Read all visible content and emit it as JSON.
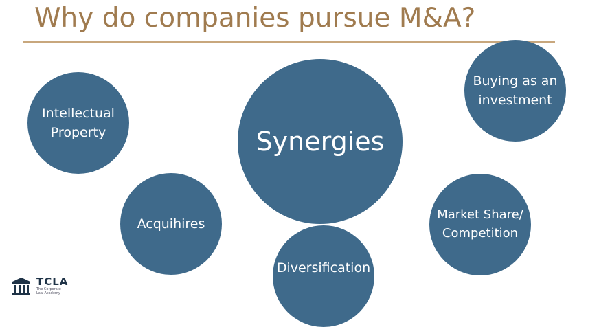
{
  "slide": {
    "title": "Why do companies pursue M&A?",
    "bubbles": {
      "synergies": "Synergies",
      "intellectual_property": "Intellectual\nProperty",
      "buying_investment": "Buying as an\ninvestment",
      "acquihires": "Acquihires",
      "market_share": "Market Share/\nCompetition",
      "diversification": "Diversification"
    }
  },
  "logo": {
    "name": "TCLA",
    "sub_line1": "The Corporate",
    "sub_line2": "Law Academy",
    "icon": "pillar-building-icon"
  },
  "colors": {
    "bubble": "#3f6a8b",
    "title": "#a07b4f",
    "rule": "#c8a77d",
    "logo": "#1f3347"
  }
}
